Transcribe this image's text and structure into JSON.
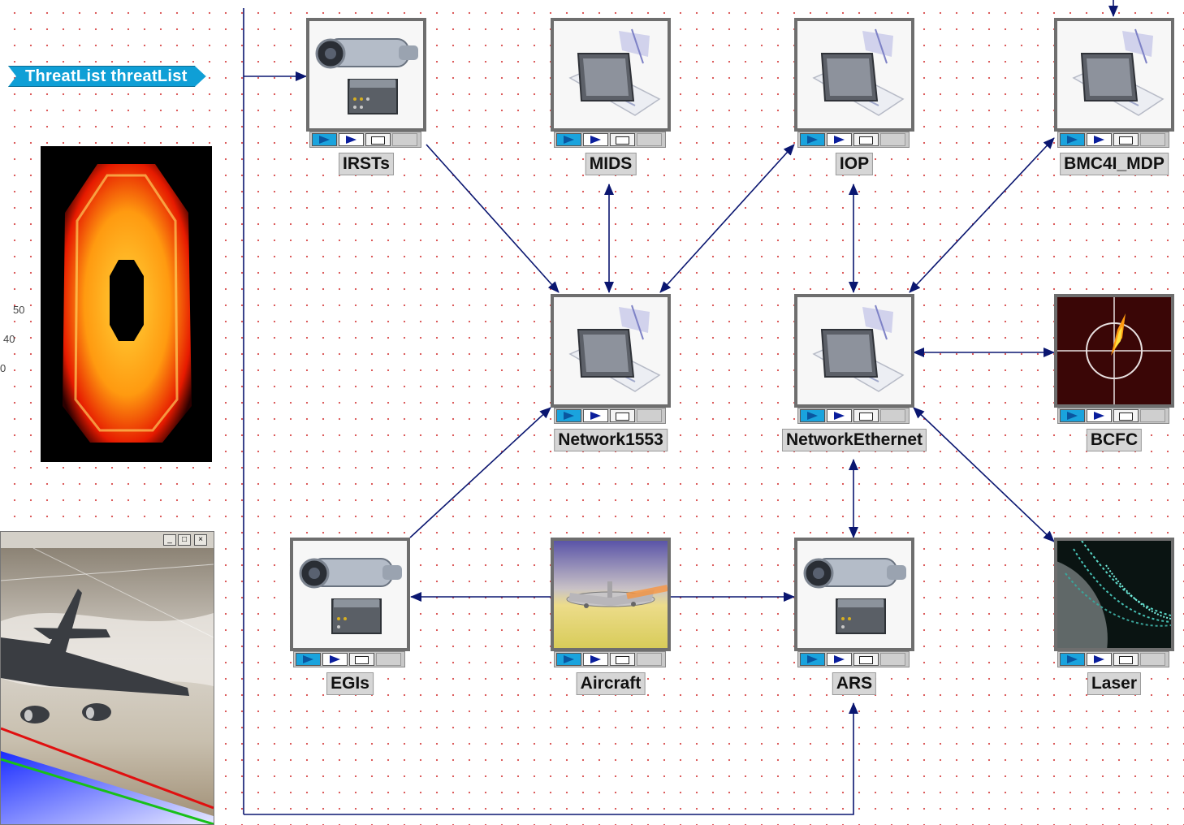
{
  "port": {
    "label": "ThreatList  threatList"
  },
  "blocks": {
    "irsts": "IRSTs",
    "mids": "MIDS",
    "iop": "IOP",
    "bmc4i": "BMC4I_MDP",
    "network1553": "Network1553",
    "networkethernet": "NetworkEthernet",
    "bcfc": "BCFC",
    "egis": "EGIs",
    "aircraft": "Aircraft",
    "ars": "ARS",
    "laser": "Laser"
  },
  "axis": {
    "ticks": [
      "50",
      "40",
      "0"
    ]
  },
  "colors": {
    "wire": "#0a1670",
    "port": "#0f9fd6",
    "dot": "#d84a4a"
  }
}
